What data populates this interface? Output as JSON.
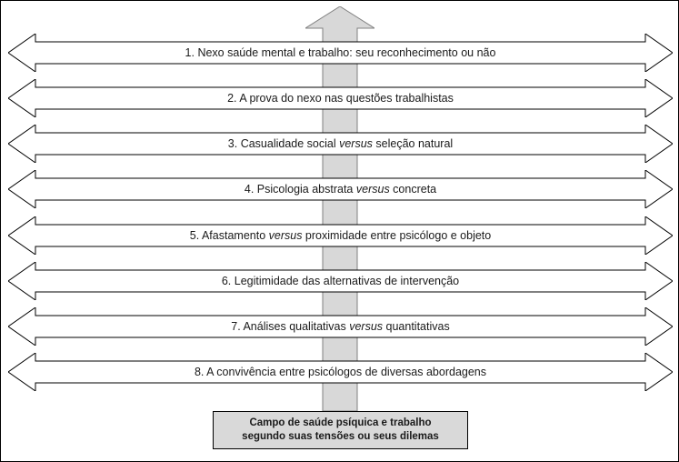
{
  "diagram": {
    "title": "Campo de saúde psíquica e trabalho segundo suas tensões ou seus dilemas",
    "colors": {
      "arrow_fill": "#ffffff",
      "arrow_outline": "#000000",
      "vertical_arrow_fill": "#d8d8d8",
      "vertical_arrow_outline": "#808080",
      "box_fill": "#d9d9d9",
      "box_outline": "#000000"
    },
    "arrows": [
      {
        "before": "1. Nexo saúde mental e trabalho: seu reconhecimento ou não",
        "em": "",
        "after": ""
      },
      {
        "before": "2. A prova do nexo nas questões trabalhistas",
        "em": "",
        "after": ""
      },
      {
        "before": "3. Casualidade social ",
        "em": "versus",
        "after": " seleção natural"
      },
      {
        "before": "4. Psicologia abstrata ",
        "em": "versus",
        "after": " concreta"
      },
      {
        "before": "5. Afastamento ",
        "em": "versus",
        "after": " proximidade entre psicólogo e objeto"
      },
      {
        "before": "6. Legitimidade das alternativas de intervenção",
        "em": "",
        "after": ""
      },
      {
        "before": "7. Análises qualitativas ",
        "em": "versus",
        "after": " quantitativas"
      },
      {
        "before": "8. A convivência entre psicólogos de diversas abordagens",
        "em": "",
        "after": ""
      }
    ],
    "bottom_box": {
      "line1": "Campo de saúde psíquica e trabalho",
      "line2": "segundo suas tensões ou seus dilemas"
    }
  }
}
